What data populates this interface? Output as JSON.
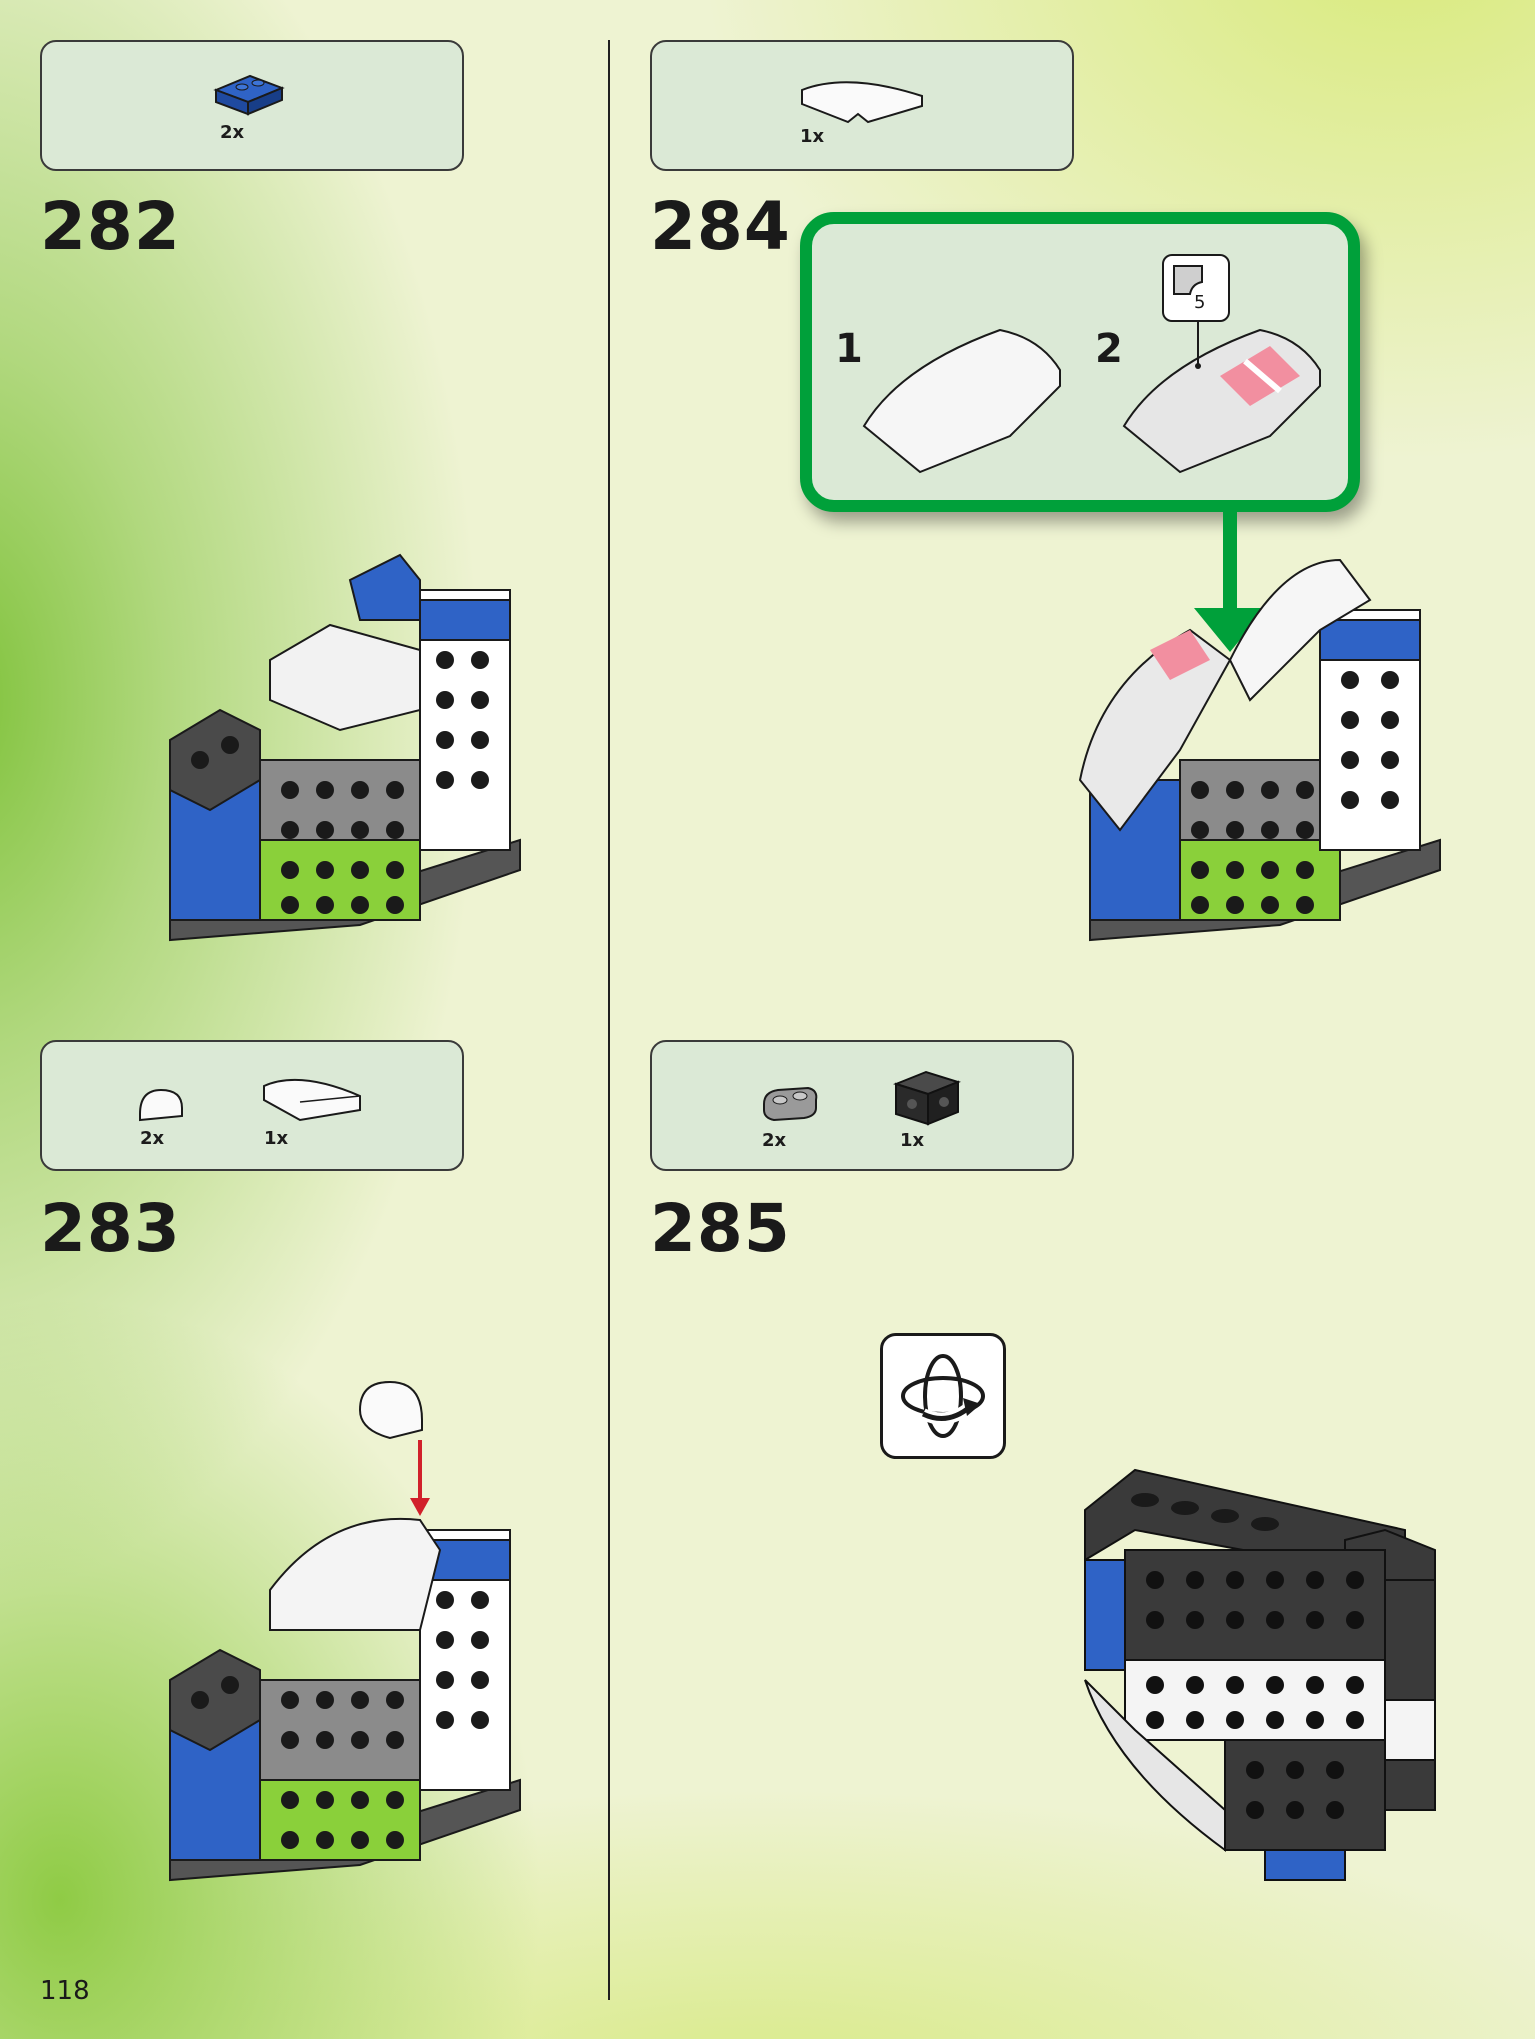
{
  "page": {
    "number": "118"
  },
  "steps": [
    {
      "number": "282",
      "parts": [
        {
          "qty": "2x",
          "icon": "blue-bracket-plate"
        }
      ]
    },
    {
      "number": "283",
      "parts": [
        {
          "qty": "2x",
          "icon": "white-round-tile"
        },
        {
          "qty": "1x",
          "icon": "white-curved-slope"
        }
      ]
    },
    {
      "number": "284",
      "parts": [
        {
          "qty": "1x",
          "icon": "white-curved-slope-long"
        }
      ],
      "callout": {
        "substeps": [
          "1",
          "2"
        ],
        "sticker_number": "5"
      }
    },
    {
      "number": "285",
      "parts": [
        {
          "qty": "2x",
          "icon": "gray-plate-1x2"
        },
        {
          "qty": "1x",
          "icon": "black-brick-1x2-studs"
        }
      ],
      "rotate_hint": "rotate-model-icon"
    }
  ],
  "colors": {
    "callout_border": "#00a03a",
    "arrow": "#00a03a",
    "insert_arrow": "#d1202a"
  }
}
